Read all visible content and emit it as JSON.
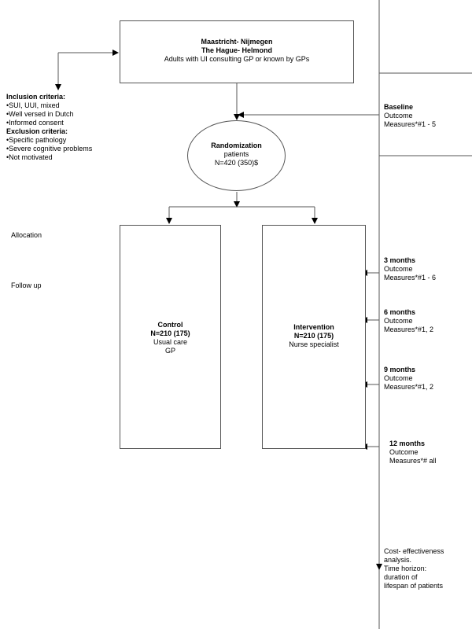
{
  "top_box": {
    "line1": "Maastricht- Nijmegen",
    "line2": "The Hague- Helmond",
    "line3": "Adults with UI consulting GP or known by GPs"
  },
  "criteria": {
    "inclusion_title": "Inclusion criteria:",
    "inclusion_items": [
      "SUI, UUI, mixed",
      "Well versed in Dutch",
      "Informed consent"
    ],
    "exclusion_title": "Exclusion criteria:",
    "exclusion_items": [
      "Specific pathology",
      "Severe cognitive problems",
      "Not motivated"
    ]
  },
  "randomization": {
    "title": "Randomization",
    "sub": "patients",
    "n": "N=420 (350)$"
  },
  "phases": {
    "allocation": "Allocation",
    "follow_up": "Follow up"
  },
  "control": {
    "title": "Control",
    "n": "N=210 (175)",
    "line1": "Usual care",
    "line2": "GP"
  },
  "intervention": {
    "title": "Intervention",
    "n": "N=210 (175)",
    "line1": "Nurse specialist"
  },
  "timeline": {
    "baseline": {
      "title": "Baseline",
      "l1": "Outcome",
      "l2": "Measures*#1 - 5"
    },
    "m3": {
      "title": "3 months",
      "l1": "Outcome",
      "l2": "Measures*#1 - 6"
    },
    "m6": {
      "title": "6 months",
      "l1": "Outcome",
      "l2": "Measures*#1, 2"
    },
    "m9": {
      "title": "9 months",
      "l1": "Outcome",
      "l2": "Measures*#1, 2"
    },
    "m12": {
      "title": "12 months",
      "l1": "Outcome",
      "l2": "Measures*# all"
    }
  },
  "cost": {
    "l1": "Cost- effectiveness",
    "l2": "analysis.",
    "l3": "Time horizon:",
    "l4": "duration of",
    "l5": "lifespan of patients"
  }
}
